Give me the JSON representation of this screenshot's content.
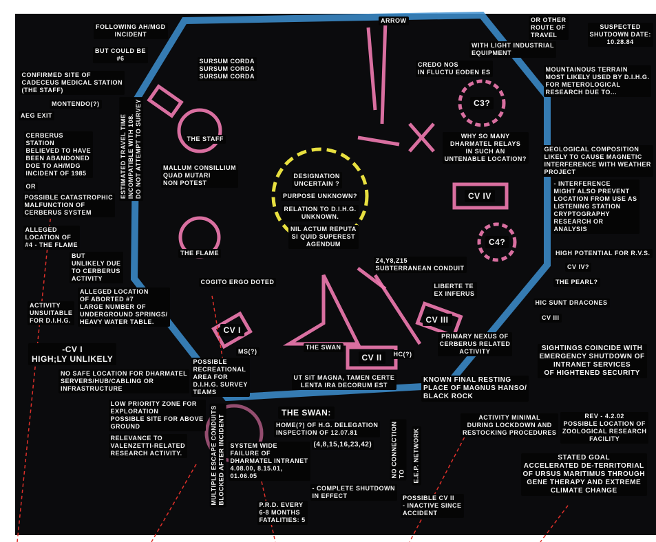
{
  "colors": {
    "background": "#0b0b0d",
    "octagon": "#3d8fd0",
    "pink": "#f07ab0",
    "label_text": "#f4f4f4",
    "arrow": "#e0302a",
    "yellow": "#e8e040"
  },
  "labels": [
    {
      "text": "FOLLOWING AH/MGD\nINCIDENT"
    },
    {
      "text": "BUT COULD BE\n#6"
    },
    {
      "text": "CONFIRMED SITE OF\nCADECEUS MEDICAL STATION\n(THE STAFF)"
    },
    {
      "text": "AEG EXIT"
    },
    {
      "text": "MONTENDO(?)"
    },
    {
      "text": "CERBERUS\nSTATION\nBELIEVED TO HAVE\nBEEN ABANDONED\nDOE TO AH/MDG\nINCIDENT OF 1985"
    },
    {
      "text": "OR"
    },
    {
      "text": "POSSIBLE CATASTROPHIC\nMALFUNCTION OF\nCERBERUS SYSTEM"
    },
    {
      "text": "ESTIMATED TRAVEL TIME\nINCOMPATIBLE WITH 108.\nDO NOT ATTEMPT TO SURVEY"
    },
    {
      "text": "ALLEGED\nLOCATION OF\n#4 - THE FLAME"
    },
    {
      "text": "BUT\nUNLIKELY DUE\nTO CERBERUS\nACTIVITY"
    },
    {
      "text": "ALLEGED LOCATION\nOF ABORTED #7\nLARGE NUMBER OF\nUNDERGROUND SPRINGS/\nHEAVY WATER TABLE."
    },
    {
      "text": "ACTIVITY\nUNSUITABLE\nFOR D.I.H.G."
    },
    {
      "text": "-CV I\nHIGH;LY UNLIKELY"
    },
    {
      "text": "NO SAFE LOCATION FOR DHARMATEL\nSERVERS/HUB/CABLING OR\nINFRASTRUCTURE"
    },
    {
      "text": "POSSIBLE\nRECREATIONAL\nAREA FOR\nD.I.H.G. SURVEY\nTEAMS"
    },
    {
      "text": "LOW PRIORITY ZONE FOR\nEXPLORATION\nPOSSIBLE SITE FOR ABOVE\nGROUND"
    },
    {
      "text": "RELEVANCE TO\nVALENZETTI-RELATED\nRESEARCH ACTIVITY."
    },
    {
      "text": "MULTIPLE ESCAPE CONDUITS\nBLOCKED AFTER INCIDENT"
    },
    {
      "text": "SYSTEM WIDE\nFAILURE OF\nDHARMATEL INTRANET\n4.08.00, 8.15.01,\n01.06.05"
    },
    {
      "text": "P.R.D. EVERY\n6-8 MONTHS\nFATALITIES: 5"
    },
    {
      "text": "- COMPLETE SHUTDOWN\nIN EFFECT"
    },
    {
      "text": "HOME(?) OF H.G. DELEGATION\nINSPECTION OF 12.07.81"
    },
    {
      "text": "THE SWAN:"
    },
    {
      "text": "(4,8,15,16,23,42)"
    },
    {
      "text": "NO CONNECTION\nTO"
    },
    {
      "text": "E.E.P. NETWORK"
    },
    {
      "text": "POSSIBLE CV II\n- INACTIVE SINCE\nACCIDENT"
    },
    {
      "text": "KNOWN FINAL RESTING\nPLACE OF MAGNUS HANSO/\nBLACK ROCK"
    },
    {
      "text": "PRIMARY NEXUS OF\nCERBERUS RELATED\nACTIVITY"
    },
    {
      "text": "ACTIVITY MINIMAL\nDURING LOCKDOWN AND\nRESTOCKING PROCEDURES"
    },
    {
      "text": "SIGHTINGS COINCIDE WITH\nEMERGENCY SHUTDOWN OF\nINTRANET SERVICES\nOF HIGHTENED SECURITY"
    },
    {
      "text": "REV - 4.2.02\nPOSSIBLE LOCATION OF\nZOOLOGICAL RESEARCH\nFACILITY"
    },
    {
      "text": "STATED GOAL\nACCELERATED DE-TERRITORIAL\nOF URSUS MARITIMUS THROUGH\nGENE THERAPY AND EXTREME\nCLIMATE CHANGE"
    },
    {
      "text": "HIC SUNT DRACONES"
    },
    {
      "text": "CV III"
    },
    {
      "text": "THE PEARL?"
    },
    {
      "text": "CV IV?"
    },
    {
      "text": "HIGH POTENTIAL FOR R.V.S."
    },
    {
      "text": "- INTERFERENCE\nMIGHT ALSO PREVENT\nLOCATION FROM USE AS\nLISTENING STATION\nCRYPTOGRAPHY\nRESEARCH OR\nANALYSIS"
    },
    {
      "text": "GEOLOGICAL COMPOSITION\nLIKELY TO CAUSE MAGNETIC\nINTERFERENCE WITH WEATHER\nPROJECT"
    },
    {
      "text": "MOUNTAINOUS TERRAIN\nMOST LIKELY USED BY D.I.H.G.\nFOR METEROLOGICAL\nRESEARCH DUE TO..."
    },
    {
      "text": "SUSPECTED\nSHUTDOWN DATE:\n10.28.84"
    },
    {
      "text": "OR OTHER\nROUTE OF\nTRAVEL"
    },
    {
      "text": "WITH LIGHT INDUSTRIAL\nEQUIPMENT"
    },
    {
      "text": "CREDO NOS\nIN FLUCTU EODEN ES"
    },
    {
      "text": "ARROW"
    },
    {
      "text": "C3?"
    },
    {
      "text": "WHY SO MANY\nDHARMATEL RELAYS\nIN SUCH AN\nUNTENABLE LOCATION?"
    },
    {
      "text": "CV IV"
    },
    {
      "text": "C4?"
    },
    {
      "text": "Z4,Y8,Z15\nSUBTERRANEAN CONDUIT"
    },
    {
      "text": "LIBERTE TE\nEX INFERUS"
    },
    {
      "text": "CV III"
    },
    {
      "text": "HC(?)"
    },
    {
      "text": "CV II"
    },
    {
      "text": "MS(?)"
    },
    {
      "text": "CV I"
    },
    {
      "text": "THE SWAN"
    },
    {
      "text": "UT SIT MAGNA, TAMEN CERTE\nLENTA IRA DECORUM EST"
    },
    {
      "text": "COGITO ERGO DOTED"
    },
    {
      "text": "THE FLAME"
    },
    {
      "text": "THE STAFF"
    },
    {
      "text": "SURSUM CORDA\nSURSUM CORDA\nSURSUM CORDA"
    },
    {
      "text": "MALLUM CONSILLIUM\nQUAD MUTARI\nNON POTEST"
    },
    {
      "text": "DESIGNATION\nUNCERTAIN ?"
    },
    {
      "text": "PURPOSE UNKNOWN?"
    },
    {
      "text": "RELATION TO D.I.H.G.\nUNKNOWN."
    },
    {
      "text": "NIL ACTUM REPUTA\nSI QUID SUPEREST\nAGENDUM"
    }
  ]
}
